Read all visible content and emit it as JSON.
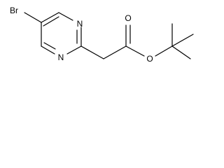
{
  "molecule": {
    "atoms": {
      "bromine": "Br",
      "nitrogen_upper": "N",
      "nitrogen_lower": "N",
      "carbonyl_oxygen": "O",
      "ester_oxygen": "O"
    }
  }
}
